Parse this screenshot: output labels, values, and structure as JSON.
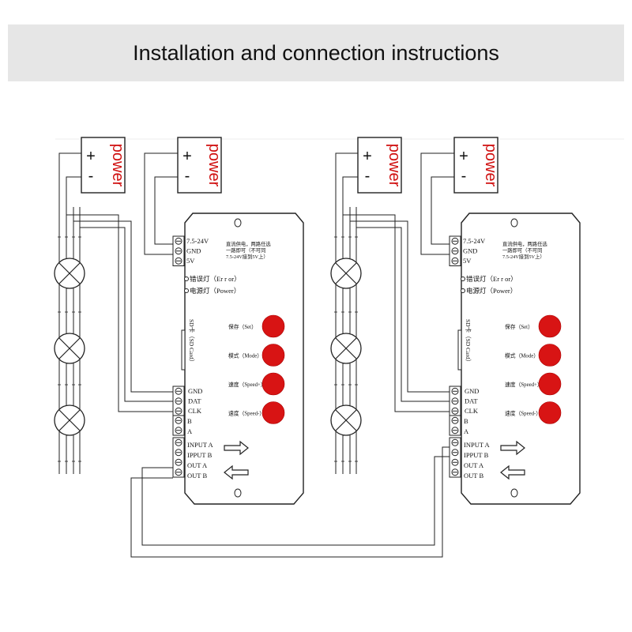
{
  "title": "Installation and connection instructions",
  "colors": {
    "power_text": "#d01010",
    "button_fill": "#d81414",
    "line": "#222222",
    "title_bg": "#e6e6e6"
  },
  "power_label": "power",
  "power_plus": "+",
  "power_minus": "-",
  "controller": {
    "power_terminals": [
      "7.5-24V",
      "GND",
      "5V"
    ],
    "power_note": [
      "直流供电，两路任选",
      "一路即可（不可同",
      "7.5-24V接到5V上）"
    ],
    "indicators": [
      "错误灯（Er r or）",
      "电源灯（Power）"
    ],
    "sd_label": "SD卡（SD Card）",
    "buttons": [
      "保存（Set）",
      "模式（Mode）",
      "速度（Speed+）",
      "速度（Speed-）"
    ],
    "output_terminals": [
      "GND",
      "DAT",
      "CLK"
    ],
    "sync_terminals": [
      "B",
      "A",
      "INPUT A",
      "IPPUT B",
      "OUT A",
      "OUT B"
    ]
  },
  "icons": {
    "lamp": "lamp-icon",
    "arrow_right": "arrow-right-icon",
    "arrow_left": "arrow-left-icon",
    "hang_hole": "hang-hole-icon",
    "terminal_screw": "terminal-screw-icon"
  }
}
